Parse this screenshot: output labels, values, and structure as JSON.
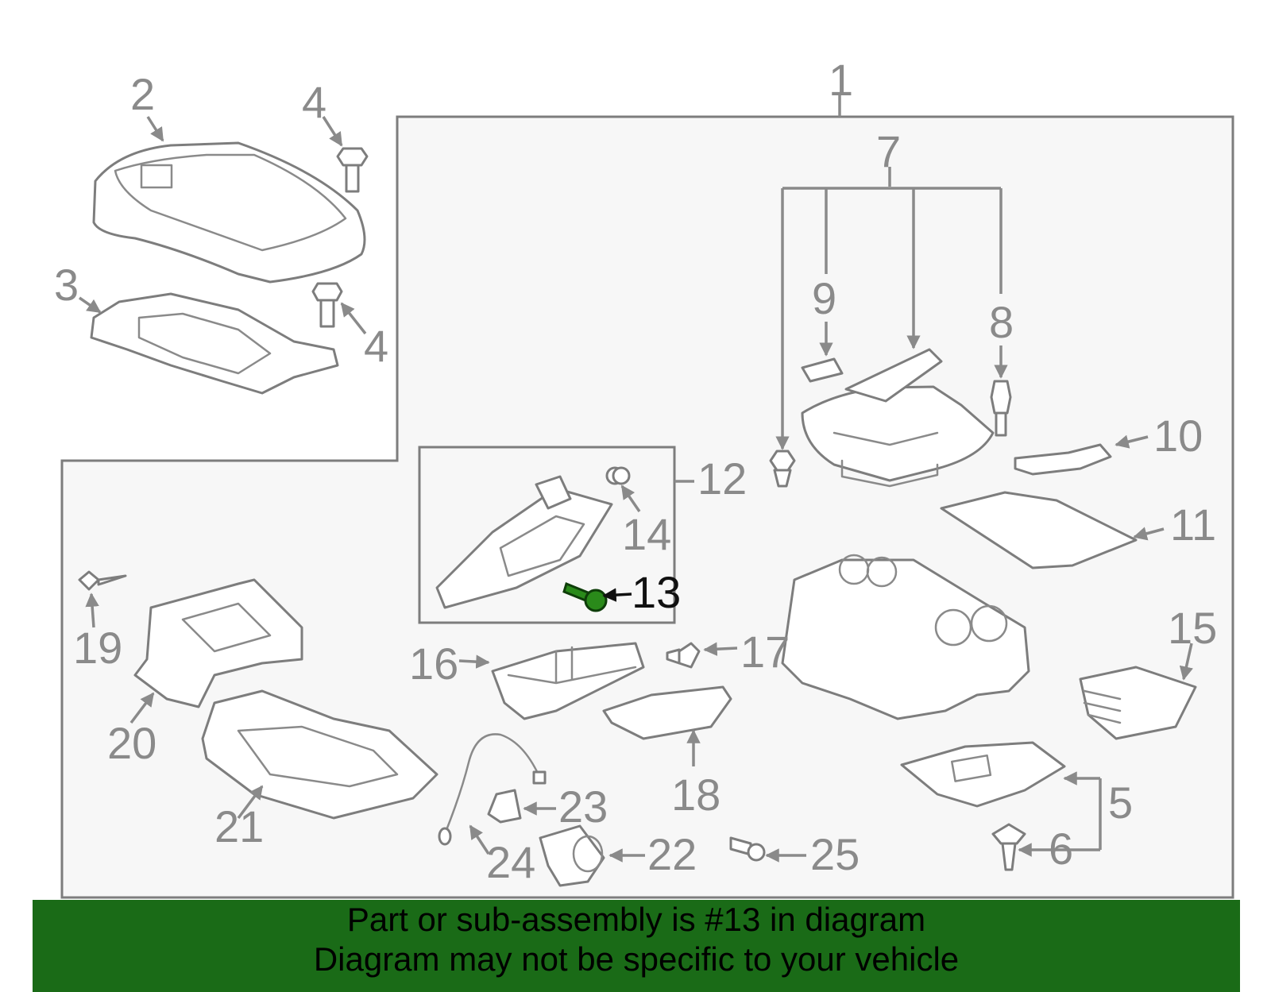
{
  "diagram": {
    "labels": [
      "1",
      "2",
      "3",
      "4",
      "4",
      "5",
      "6",
      "7",
      "8",
      "9",
      "10",
      "11",
      "12",
      "13",
      "14",
      "15",
      "16",
      "17",
      "18",
      "19",
      "20",
      "21",
      "22",
      "23",
      "24",
      "25"
    ],
    "highlighted_part": "13",
    "highlight_color": "#2a8a1a"
  },
  "footer": {
    "line1": "Part or sub-assembly is #13 in diagram",
    "line2": "Diagram may not be specific to your vehicle",
    "background": "#1a6b17"
  }
}
